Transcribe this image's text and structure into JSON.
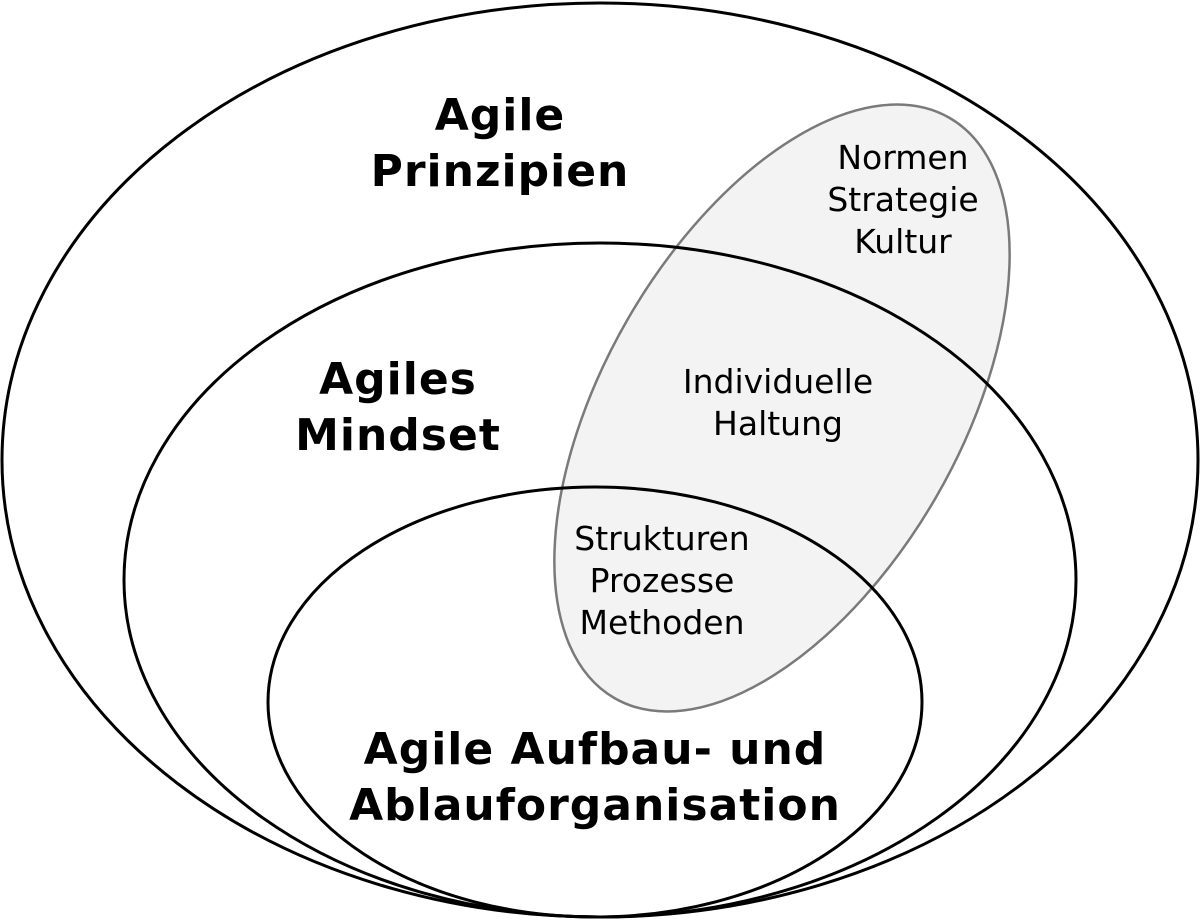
{
  "diagram": {
    "outer": {
      "lines": [
        "Agile",
        "Prinzipien"
      ]
    },
    "middle": {
      "lines": [
        "Agiles",
        "Mindset"
      ]
    },
    "inner": {
      "lines": [
        "Agile Aufbau- und",
        "Ablauforganisation"
      ]
    },
    "tilted_top": {
      "lines": [
        "Normen",
        "Strategie",
        "Kultur"
      ]
    },
    "tilted_mid": {
      "lines": [
        "Individuelle",
        "Haltung"
      ]
    },
    "tilted_bottom": {
      "lines": [
        "Strukturen",
        "Prozesse",
        "Methoden"
      ]
    }
  },
  "colors": {
    "ring_stroke": "#000000",
    "tilted_fill": "#f3f3f3",
    "tilted_stroke": "#7a7a7a"
  }
}
